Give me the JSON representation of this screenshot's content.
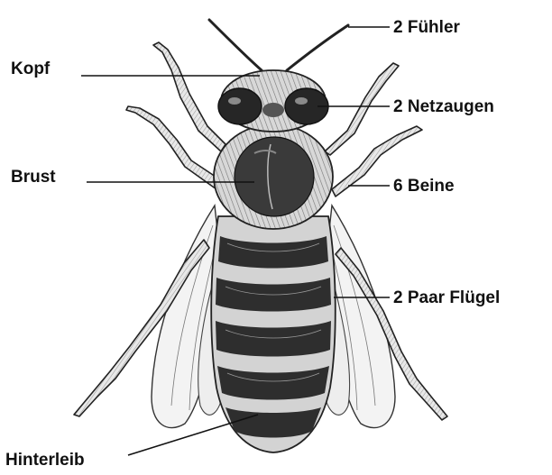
{
  "labels": {
    "antennae": "2 Fühler",
    "head": "Kopf",
    "compound_eyes": "2 Netzaugen",
    "thorax": "Brust",
    "legs": "6 Beine",
    "wings": "2 Paar Flügel",
    "abdomen": "Hinterleib"
  },
  "colors": {
    "ink": "#111111",
    "wing_fill": "#f2f2f2",
    "body_dark": "#2b2b2b",
    "body_light": "#cfcfcf"
  }
}
